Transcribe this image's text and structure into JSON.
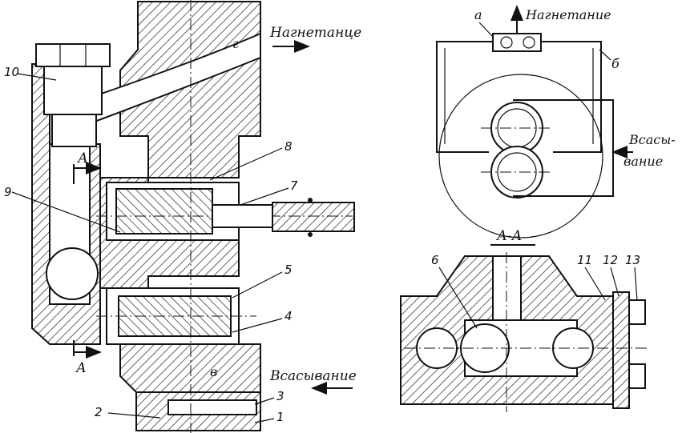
{
  "labels": {
    "discharge_left": "Нагнетанце",
    "suction_left": "Всасывание",
    "discharge_right": "Нагнетание",
    "suction_right_1": "Всасы-",
    "suction_right_2": "вание",
    "section": "А-А",
    "section_mark_top": "А",
    "section_mark_bottom": "А",
    "channel_g": "г",
    "channel_v": "в",
    "point_a": "а",
    "point_b": "б"
  },
  "numbers": {
    "n1": "1",
    "n2": "2",
    "n3": "3",
    "n4": "4",
    "n5": "5",
    "n6": "6",
    "n7": "7",
    "n8": "8",
    "n9": "9",
    "n10": "10",
    "n11": "11",
    "n12": "12",
    "n13": "13"
  }
}
